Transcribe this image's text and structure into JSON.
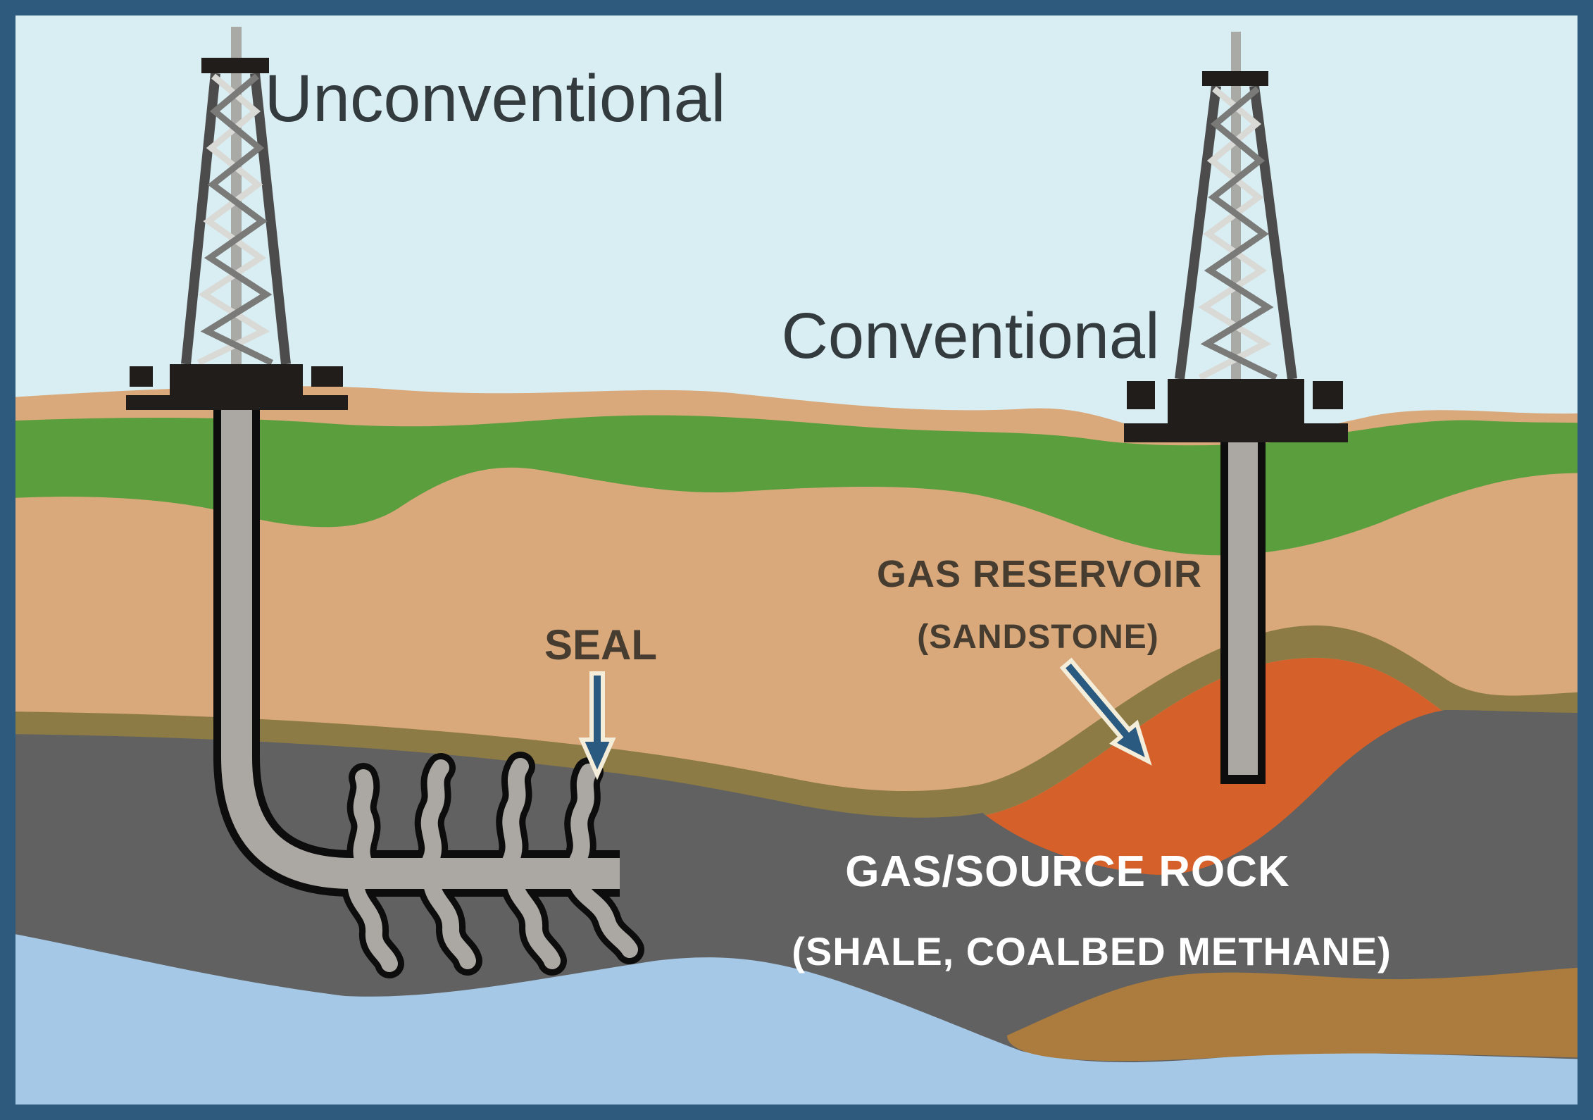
{
  "diagram": {
    "left_method_label": "Unconventional",
    "right_method_label": "Conventional",
    "seal_label": "SEAL",
    "gas_reservoir_label": "GAS RESERVOIR",
    "gas_reservoir_sublabel": "(SANDSTONE)",
    "source_rock_label": "GAS/SOURCE ROCK",
    "source_rock_sublabel": "(SHALE, COALBED METHANE)"
  },
  "layers": [
    {
      "name": "sky",
      "color": "#d9eef3"
    },
    {
      "name": "surface-soil",
      "color": "#d9a97b"
    },
    {
      "name": "grass",
      "color": "#5b9e3e"
    },
    {
      "name": "gas-reservoir-sandstone",
      "color": "#d6602a"
    },
    {
      "name": "seal",
      "color": "#8d7b45"
    },
    {
      "name": "gas-source-rock",
      "color": "#616161"
    },
    {
      "name": "groundwater",
      "color": "#a5c8e7"
    },
    {
      "name": "sediment",
      "color": "#ab7c3e"
    }
  ],
  "colors": {
    "border": "#2e5a7d",
    "label_dark": "#343b3f",
    "label_earth": "#463c30",
    "label_light": "#ffffff",
    "arrow_fill": "#2b5a81",
    "arrow_outline": "#f3edda",
    "rig_black": "#201d1a",
    "derrick_frame": "#4c4c4c",
    "derrick_brace_light": "#d9d9d6",
    "derrick_brace_dark": "#7a7a78",
    "mast_gray": "#a9a9a6",
    "pipe_gray": "#aba7a2",
    "pipe_outline": "#0d0d0d"
  }
}
